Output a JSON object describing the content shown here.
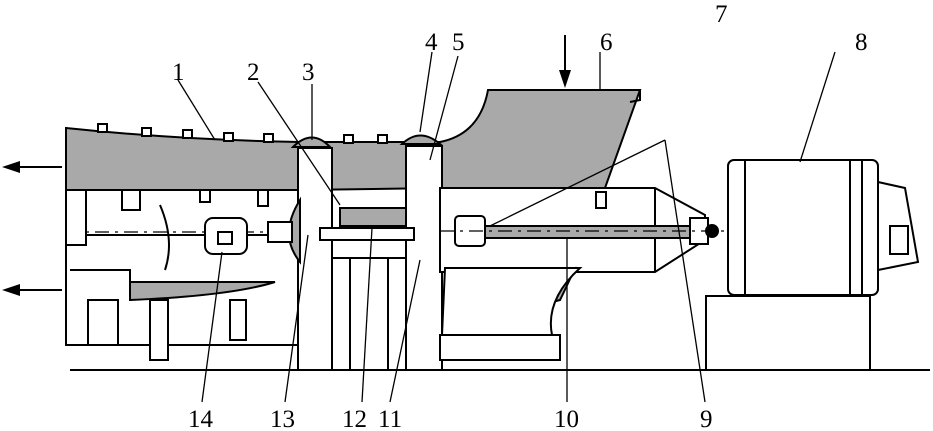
{
  "figure": {
    "background": "#ffffff",
    "fill_color": "#a9a9a9",
    "line_color": "#000000",
    "labels": [
      "1",
      "2",
      "3",
      "4",
      "5",
      "6",
      "7",
      "8",
      "9",
      "10",
      "11",
      "12",
      "13",
      "14"
    ],
    "arrows": [
      "flow-arrow-left-upper",
      "flow-arrow-left-lower",
      "inlet-arrow-down"
    ]
  }
}
